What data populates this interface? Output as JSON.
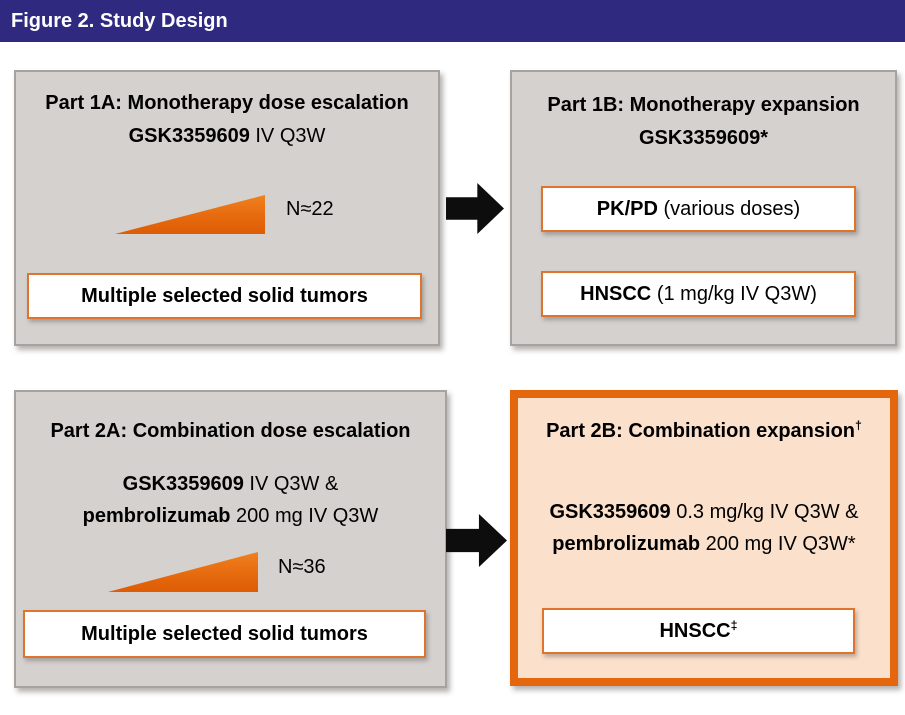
{
  "header": {
    "title": "Figure 2. Study Design"
  },
  "part1a": {
    "title": "Part 1A: Monotherapy dose escalation",
    "drug_bold": "GSK3359609",
    "drug_rest": " IV Q3W",
    "n_label": "N≈22",
    "population": "Multiple selected solid tumors"
  },
  "part1b": {
    "title": "Part 1B: Monotherapy expansion",
    "drug_bold": "GSK3359609*",
    "cohort1_bold": "PK/PD",
    "cohort1_rest": " (various doses)",
    "cohort2_bold": "HNSCC",
    "cohort2_rest": " (1 mg/kg IV Q3W)"
  },
  "part2a": {
    "title": "Part 2A: Combination dose escalation",
    "line1_bold": "GSK3359609",
    "line1_rest": " IV Q3W &",
    "line2_bold": "pembrolizumab",
    "line2_rest": " 200 mg IV Q3W",
    "n_label": "N≈36",
    "population": "Multiple selected solid tumors"
  },
  "part2b": {
    "title": "Part 2B: Combination expansion",
    "title_sup": "†",
    "line1_bold": "GSK3359609",
    "line1_rest": " 0.3 mg/kg IV Q3W &",
    "line2_bold": "pembrolizumab",
    "line2_rest": " 200 mg IV Q3W*",
    "cohort_bold": "HNSCC",
    "cohort_sup": "‡"
  },
  "colors": {
    "header_bg": "#2f2a80",
    "box_fill": "#d5d1ce",
    "box_border": "#a7a29d",
    "highlight_fill": "#fbe0cb",
    "highlight_border": "#e4670e",
    "inner_border": "#df742e",
    "triangle_orange": "#e8650c",
    "arrow_black": "#0d0d0d",
    "text": "#000000"
  }
}
